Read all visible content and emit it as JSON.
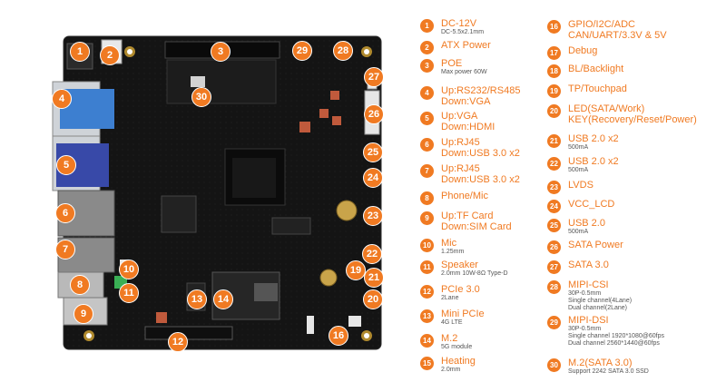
{
  "callouts": [
    "1",
    "2",
    "3",
    "4",
    "5",
    "6",
    "7",
    "8",
    "9",
    "10",
    "11",
    "12",
    "13",
    "14",
    "16",
    "19",
    "20",
    "21",
    "22",
    "23",
    "24",
    "25",
    "26",
    "27",
    "28",
    "29",
    "30"
  ],
  "legend_left": [
    {
      "num": "1",
      "lines": [
        "DC-12V"
      ],
      "sub": [
        "DC-5.5x2.1mm"
      ]
    },
    {
      "num": "2",
      "lines": [
        "ATX Power"
      ],
      "sub": []
    },
    {
      "num": "3",
      "lines": [
        "POE"
      ],
      "sub": [
        "Max power 60W"
      ]
    },
    {
      "num": "4",
      "lines": [
        "Up:RS232/RS485",
        "Down:VGA"
      ],
      "sub": []
    },
    {
      "num": "5",
      "lines": [
        "Up:VGA",
        "Down:HDMI"
      ],
      "sub": []
    },
    {
      "num": "6",
      "lines": [
        "Up:RJ45",
        "Down:USB 3.0 x2"
      ],
      "sub": []
    },
    {
      "num": "7",
      "lines": [
        "Up:RJ45",
        "Down:USB 3.0 x2"
      ],
      "sub": []
    },
    {
      "num": "8",
      "lines": [
        "Phone/Mic"
      ],
      "sub": []
    },
    {
      "num": "9",
      "lines": [
        "Up:TF Card",
        "Down:SIM Card"
      ],
      "sub": []
    },
    {
      "num": "10",
      "lines": [
        "Mic"
      ],
      "sub": [
        "1.25mm"
      ]
    },
    {
      "num": "11",
      "lines": [
        "Speaker"
      ],
      "sub": [
        "2.0mm 10W-8Ω Type-D"
      ]
    },
    {
      "num": "12",
      "lines": [
        "PCIe 3.0"
      ],
      "sub": [
        "2Lane"
      ]
    },
    {
      "num": "13",
      "lines": [
        "Mini PCIe"
      ],
      "sub": [
        "4G LTE"
      ]
    },
    {
      "num": "14",
      "lines": [
        "M.2"
      ],
      "sub": [
        "5G module"
      ]
    },
    {
      "num": "15",
      "lines": [
        "Heating"
      ],
      "sub": [
        "2.0mm"
      ]
    }
  ],
  "legend_right": [
    {
      "num": "16",
      "lines": [
        "GPIO/I2C/ADC",
        "CAN/UART/3.3V & 5V"
      ],
      "sub": []
    },
    {
      "num": "17",
      "lines": [
        "Debug"
      ],
      "sub": []
    },
    {
      "num": "18",
      "lines": [
        "BL/Backlight"
      ],
      "sub": []
    },
    {
      "num": "19",
      "lines": [
        "TP/Touchpad"
      ],
      "sub": []
    },
    {
      "num": "20",
      "lines": [
        "LED(SATA/Work)",
        "KEY(Recovery/Reset/Power)"
      ],
      "sub": []
    },
    {
      "num": "21",
      "lines": [
        "USB 2.0 x2"
      ],
      "sub": [
        "500mA"
      ]
    },
    {
      "num": "22",
      "lines": [
        "USB 2.0 x2"
      ],
      "sub": [
        "500mA"
      ]
    },
    {
      "num": "23",
      "lines": [
        "LVDS"
      ],
      "sub": []
    },
    {
      "num": "24",
      "lines": [
        "VCC_LCD"
      ],
      "sub": []
    },
    {
      "num": "25",
      "lines": [
        "USB 2.0"
      ],
      "sub": [
        "500mA"
      ]
    },
    {
      "num": "26",
      "lines": [
        "SATA Power"
      ],
      "sub": []
    },
    {
      "num": "27",
      "lines": [
        "SATA 3.0"
      ],
      "sub": []
    },
    {
      "num": "28",
      "lines": [
        "MIPI-CSI"
      ],
      "sub": [
        "30P-0.5mm",
        "Single channel(4Lane)",
        "Dual channel(2Lane)"
      ]
    },
    {
      "num": "29",
      "lines": [
        "MIPI-DSI"
      ],
      "sub": [
        "30P-0.5mm",
        "Single channel 1920*1080@60fps",
        "Dual channel 2560*1440@60fps"
      ]
    },
    {
      "num": "30",
      "lines": [
        "M.2(SATA 3.0)"
      ],
      "sub": [
        "Support 2242 SATA 3.0 SSD"
      ]
    }
  ]
}
